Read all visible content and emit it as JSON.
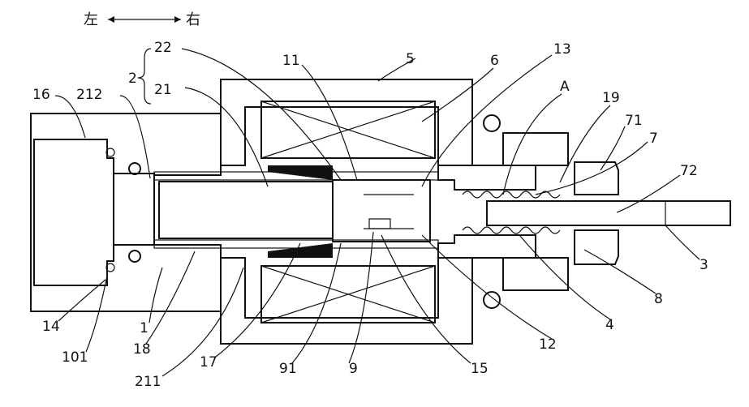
{
  "direction": {
    "left": "左",
    "right": "右"
  },
  "labels": {
    "l16": "16",
    "l212": "212",
    "l2": "2",
    "l22": "22",
    "l21": "21",
    "l11": "11",
    "l5": "5",
    "l6": "6",
    "l13": "13",
    "lA": "A",
    "l19": "19",
    "l71": "71",
    "l7": "7",
    "l72": "72",
    "l3": "3",
    "l8": "8",
    "l4": "4",
    "l12": "12",
    "l15": "15",
    "l9": "9",
    "l91": "91",
    "l17": "17",
    "l211": "211",
    "l18": "18",
    "l1": "1",
    "l101": "101",
    "l14": "14"
  }
}
